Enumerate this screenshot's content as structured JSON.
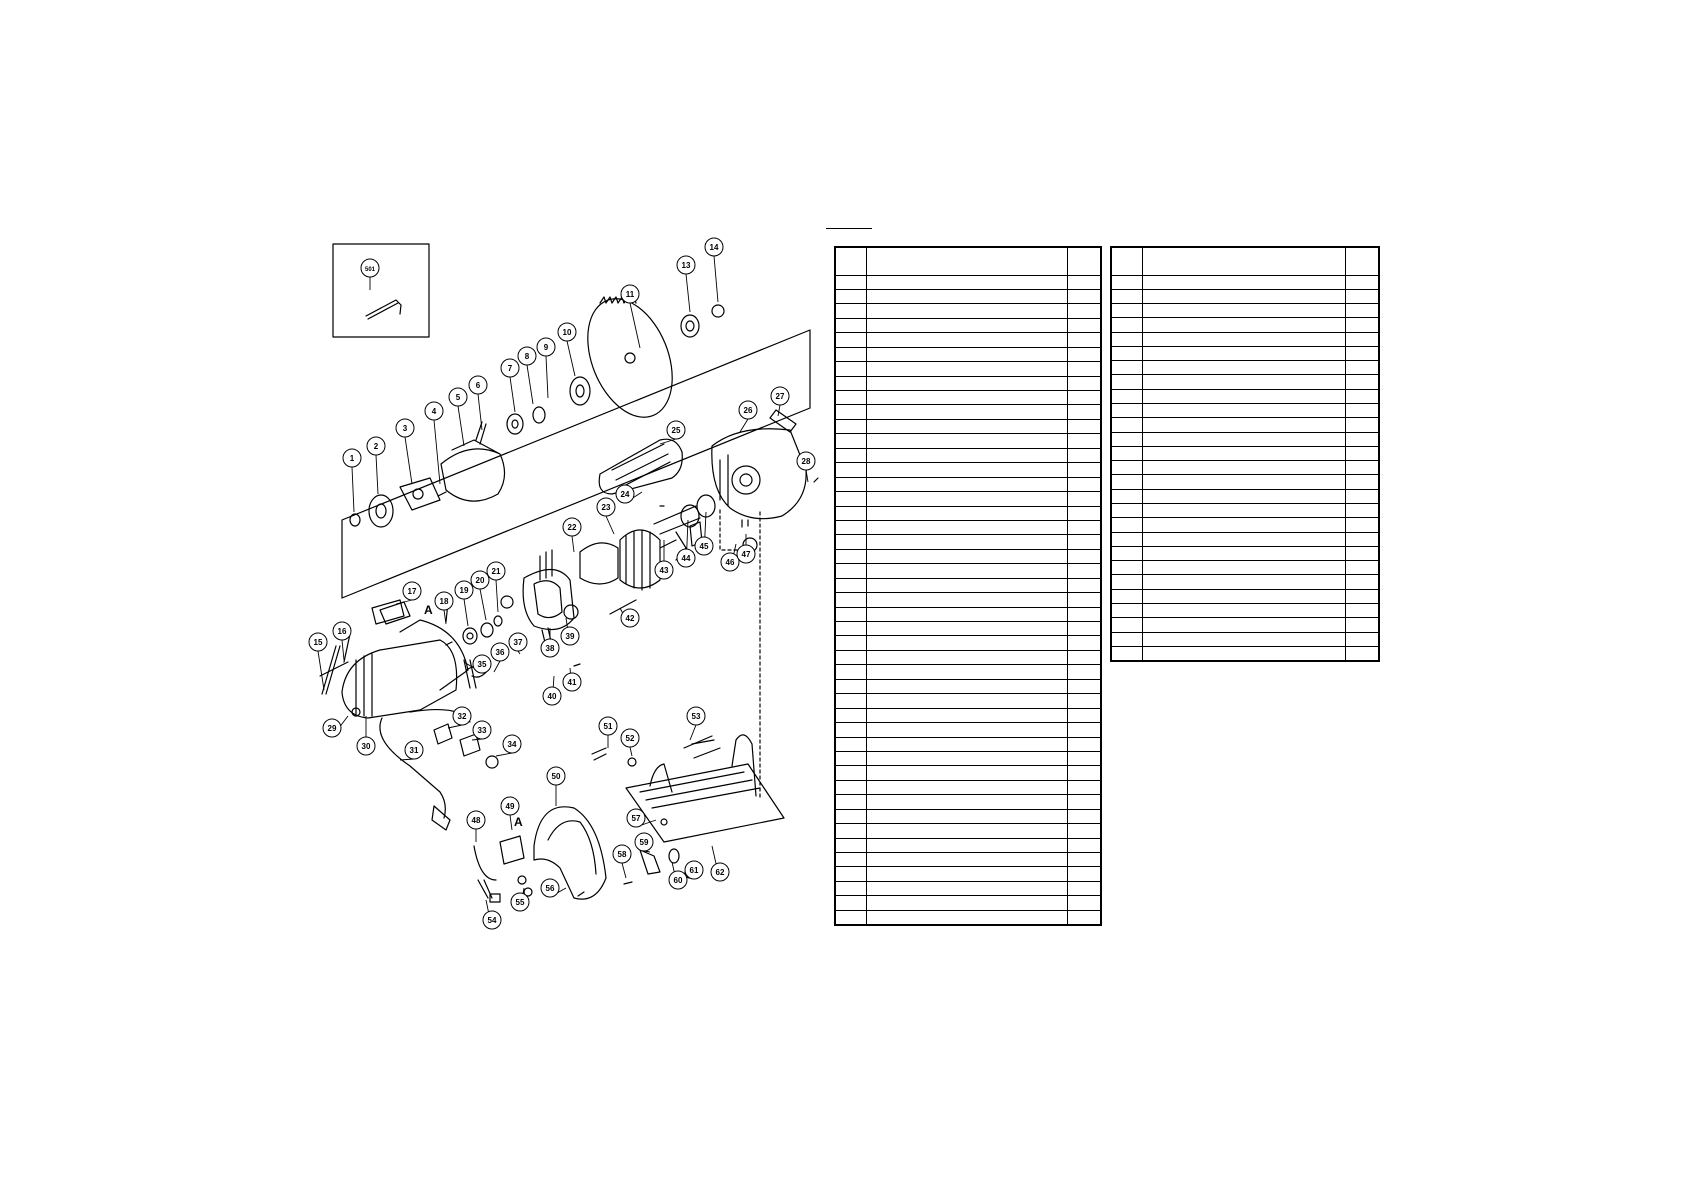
{
  "callouts": [
    {
      "n": "501"
    },
    {
      "n": "1"
    },
    {
      "n": "2"
    },
    {
      "n": "3"
    },
    {
      "n": "4"
    },
    {
      "n": "5"
    },
    {
      "n": "6"
    },
    {
      "n": "7"
    },
    {
      "n": "8"
    },
    {
      "n": "9"
    },
    {
      "n": "10"
    },
    {
      "n": "11"
    },
    {
      "n": "13"
    },
    {
      "n": "14"
    },
    {
      "n": "15"
    },
    {
      "n": "16"
    },
    {
      "n": "17"
    },
    {
      "n": "18"
    },
    {
      "n": "19"
    },
    {
      "n": "20"
    },
    {
      "n": "21"
    },
    {
      "n": "22"
    },
    {
      "n": "23"
    },
    {
      "n": "24"
    },
    {
      "n": "25"
    },
    {
      "n": "26"
    },
    {
      "n": "27"
    },
    {
      "n": "28"
    },
    {
      "n": "29"
    },
    {
      "n": "30"
    },
    {
      "n": "31"
    },
    {
      "n": "32"
    },
    {
      "n": "33"
    },
    {
      "n": "34"
    },
    {
      "n": "35"
    },
    {
      "n": "36"
    },
    {
      "n": "37"
    },
    {
      "n": "38"
    },
    {
      "n": "39"
    },
    {
      "n": "40"
    },
    {
      "n": "41"
    },
    {
      "n": "42"
    },
    {
      "n": "43"
    },
    {
      "n": "44"
    },
    {
      "n": "45"
    },
    {
      "n": "46"
    },
    {
      "n": "47"
    },
    {
      "n": "48"
    },
    {
      "n": "49"
    },
    {
      "n": "50"
    },
    {
      "n": "51"
    },
    {
      "n": "52"
    },
    {
      "n": "53"
    },
    {
      "n": "54"
    },
    {
      "n": "55"
    },
    {
      "n": "56"
    },
    {
      "n": "57"
    },
    {
      "n": "58"
    },
    {
      "n": "59"
    },
    {
      "n": "60"
    },
    {
      "n": "61"
    },
    {
      "n": "62"
    }
  ],
  "markers": [
    "A",
    "A"
  ],
  "left_table": {
    "row_count": 45
  },
  "right_table": {
    "row_count": 27
  },
  "colors": {
    "line": "#000000",
    "background": "#ffffff"
  }
}
